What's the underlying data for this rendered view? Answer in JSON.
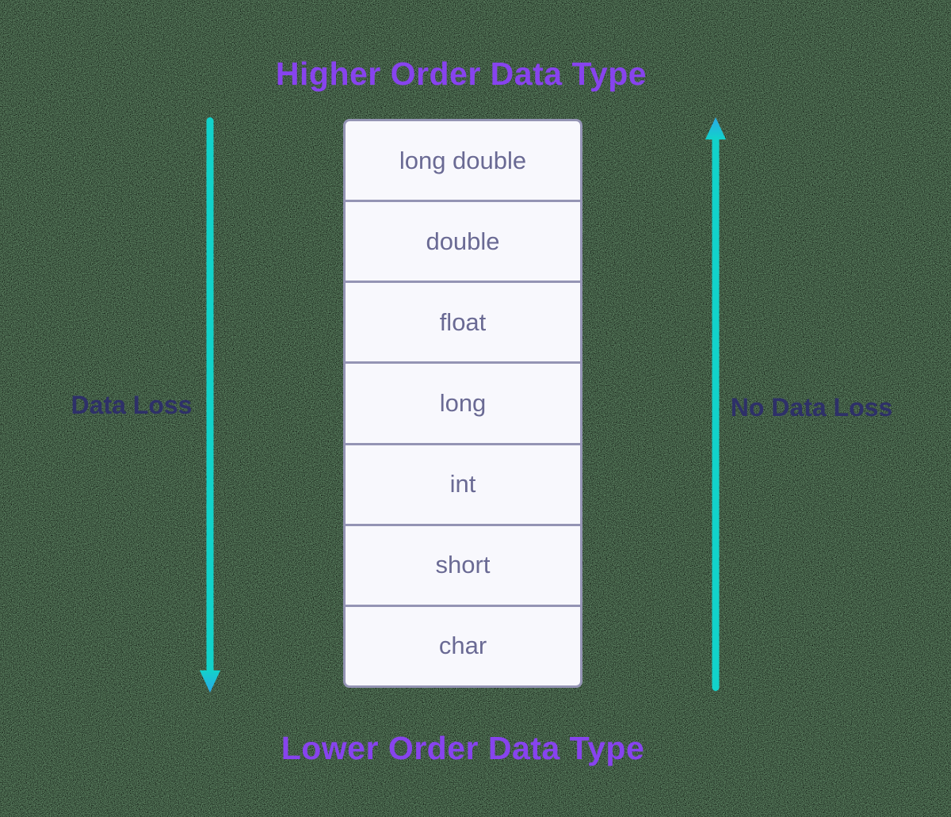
{
  "titles": {
    "top": "Higher Order Data Type",
    "bottom": "Lower Order Data Type"
  },
  "labels": {
    "left": "Data Loss",
    "right": "No Data Loss"
  },
  "table": {
    "rows": [
      "long double",
      "double",
      "float",
      "long",
      "int",
      "short",
      "char"
    ]
  },
  "colors": {
    "title_purple": "#8743ee",
    "side_label_navy": "#2e3069",
    "arrow_cyan": "#12d2ca",
    "arrow_head_blue": "#2aa9e8",
    "table_background": "#f8f8fd",
    "table_border": "#9494b4",
    "table_text": "#6a6a94",
    "background_green": "#5b8060"
  }
}
